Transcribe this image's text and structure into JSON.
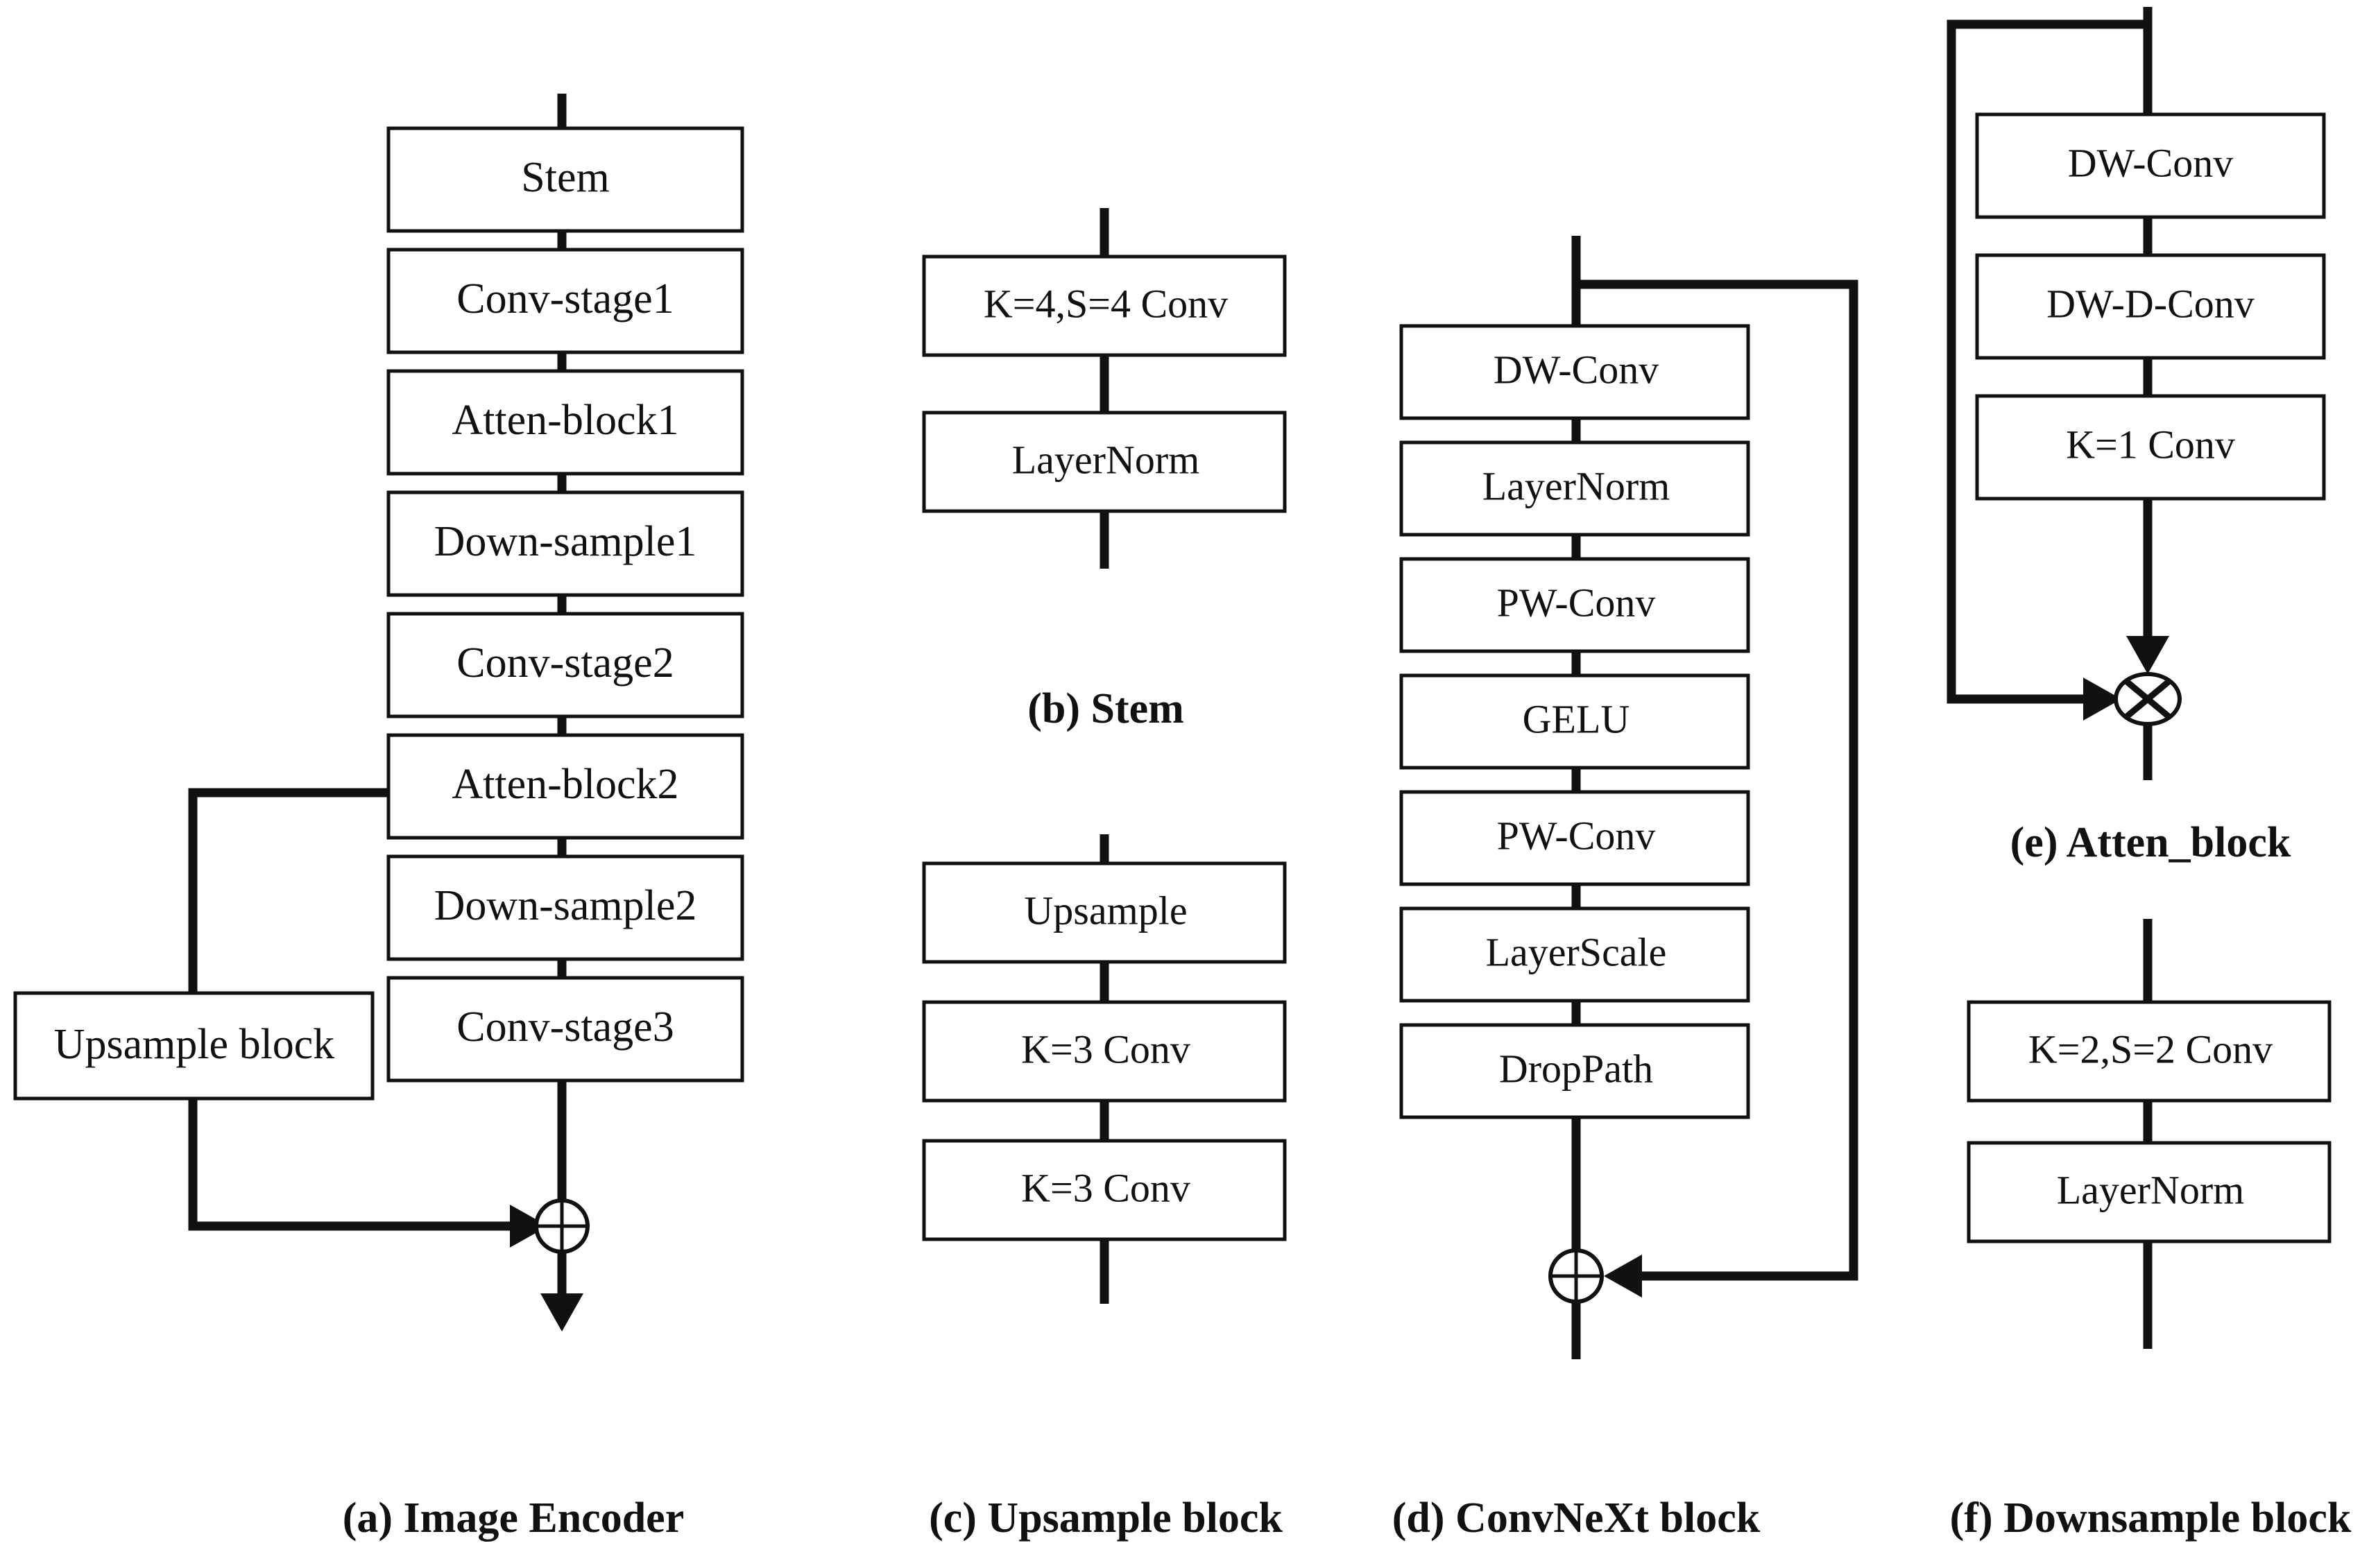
{
  "figure": {
    "type": "neural-network-architecture-diagram",
    "background_color": "#ffffff",
    "line_color": "#111111",
    "box_fill": "#ffffff"
  },
  "panels": {
    "a": {
      "caption": "(a) Image Encoder",
      "blocks": [
        {
          "label": "Stem"
        },
        {
          "label": "Conv-stage1"
        },
        {
          "label": "Atten-block1"
        },
        {
          "label": "Down-sample1"
        },
        {
          "label": "Conv-stage2"
        },
        {
          "label": "Atten-block2"
        },
        {
          "label": "Down-sample2"
        },
        {
          "label": "Conv-stage3"
        }
      ],
      "side_block": {
        "label": "Upsample block"
      },
      "operator": "plus-circle",
      "skip_from": "Atten-block2",
      "skip_to": "plus-circle"
    },
    "b": {
      "caption": "(b) Stem",
      "blocks": [
        {
          "label": "K=4,S=4 Conv"
        },
        {
          "label": "LayerNorm"
        }
      ]
    },
    "c": {
      "caption": "(c) Upsample block",
      "blocks": [
        {
          "label": "Upsample"
        },
        {
          "label": "K=3 Conv"
        },
        {
          "label": "K=3 Conv"
        }
      ]
    },
    "d": {
      "caption": "(d) ConvNeXt block",
      "blocks": [
        {
          "label": "DW-Conv"
        },
        {
          "label": "LayerNorm"
        },
        {
          "label": "PW-Conv"
        },
        {
          "label": "GELU"
        },
        {
          "label": "PW-Conv"
        },
        {
          "label": "LayerScale"
        },
        {
          "label": "DropPath"
        }
      ],
      "operator": "plus-circle",
      "skip_from": "input",
      "skip_to": "plus-circle"
    },
    "e": {
      "caption": "(e) Atten_block",
      "blocks": [
        {
          "label": "DW-Conv"
        },
        {
          "label": "DW-D-Conv"
        },
        {
          "label": "K=1 Conv"
        }
      ],
      "operator": "times-circle",
      "skip_from": "input",
      "skip_to": "times-circle"
    },
    "f": {
      "caption": "(f) Downsample block",
      "blocks": [
        {
          "label": "K=2,S=2 Conv"
        },
        {
          "label": "LayerNorm"
        }
      ]
    }
  }
}
